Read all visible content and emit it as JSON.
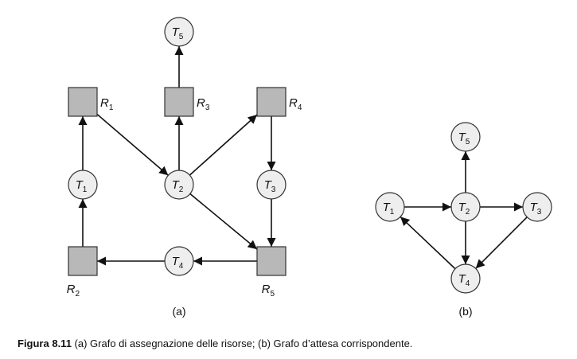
{
  "diagram_a": {
    "label": "(a)",
    "threads": [
      {
        "id": "T5a",
        "name": "T",
        "sub": "5"
      },
      {
        "id": "T1a",
        "name": "T",
        "sub": "1"
      },
      {
        "id": "T2a",
        "name": "T",
        "sub": "2"
      },
      {
        "id": "T3a",
        "name": "T",
        "sub": "3"
      },
      {
        "id": "T4a",
        "name": "T",
        "sub": "4"
      }
    ],
    "resources": [
      {
        "id": "R1",
        "name": "R",
        "sub": "1"
      },
      {
        "id": "R2",
        "name": "R",
        "sub": "2"
      },
      {
        "id": "R3",
        "name": "R",
        "sub": "3"
      },
      {
        "id": "R4",
        "name": "R",
        "sub": "4"
      },
      {
        "id": "R5",
        "name": "R",
        "sub": "5"
      }
    ],
    "edges": [
      [
        "T1a",
        "R1"
      ],
      [
        "R1",
        "T2a"
      ],
      [
        "T2a",
        "R3"
      ],
      [
        "R3",
        "T5a"
      ],
      [
        "T2a",
        "R4"
      ],
      [
        "R4",
        "T3a"
      ],
      [
        "T3a",
        "R5"
      ],
      [
        "T2a",
        "R5"
      ],
      [
        "R5",
        "T4a"
      ],
      [
        "T4a",
        "R2"
      ],
      [
        "R2",
        "T1a"
      ]
    ]
  },
  "diagram_b": {
    "label": "(b)",
    "threads": [
      {
        "id": "T5b",
        "name": "T",
        "sub": "5"
      },
      {
        "id": "T1b",
        "name": "T",
        "sub": "1"
      },
      {
        "id": "T2b",
        "name": "T",
        "sub": "2"
      },
      {
        "id": "T3b",
        "name": "T",
        "sub": "3"
      },
      {
        "id": "T4b",
        "name": "T",
        "sub": "4"
      }
    ],
    "edges": [
      [
        "T1b",
        "T2b"
      ],
      [
        "T2b",
        "T5b"
      ],
      [
        "T2b",
        "T3b"
      ],
      [
        "T2b",
        "T4b"
      ],
      [
        "T3b",
        "T4b"
      ],
      [
        "T4b",
        "T1b"
      ]
    ]
  },
  "caption": {
    "figure_number": "Figura 8.11",
    "text": " (a) Grafo di assegnazione delle risorse; (b) Grafo d’attesa corrispondente."
  }
}
